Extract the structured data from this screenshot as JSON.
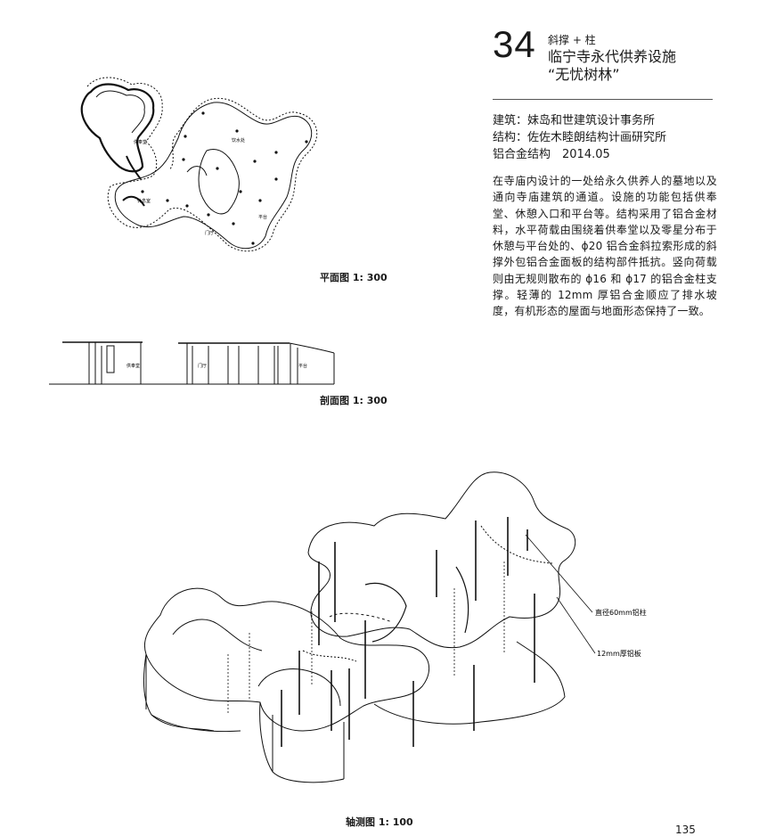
{
  "project": {
    "number": "34",
    "category": "斜撑 + 柱",
    "title": "临宁寺永代供养设施",
    "subtitle": "“无忧树林”"
  },
  "credits": {
    "architect": "建筑：妹岛和世建筑设计事务所",
    "structure": "结构：佐佐木睦朗结构计画研究所",
    "material_year": "铝合金结构　2014.05"
  },
  "description": "在寺庙内设计的一处给永久供养人的墓地以及通向寺庙建筑的通道。设施的功能包括供奉堂、休憩入口和平台等。结构采用了铝合金材料，水平荷载由围绕着供奉堂以及零星分布于休憩与平台处的、ϕ20 铝合金斜拉索形成的斜撑外包铝合金面板的结构部件抵抗。竖向荷载则由无规则散布的 ϕ16 和 ϕ17 的铝合金柱支撑。轻薄的 12mm 厚铝合金顺应了排水坡度，有机形态的屋面与地面形态保持了一致。",
  "plan": {
    "caption": "平面图 1: 300",
    "labels": {
      "hall": "供奉堂",
      "water": "饮水处",
      "rest": "休息室",
      "platform": "平台",
      "gate": "门厅"
    }
  },
  "section": {
    "caption": "剖面图 1: 300",
    "labels": {
      "hall": "供奉堂",
      "gate": "门厅",
      "platform": "平台"
    }
  },
  "axonometric": {
    "caption": "轴测图 1: 100",
    "annotations": {
      "column": "直径60mm铝柱",
      "plate": "12mm厚铝板"
    }
  },
  "page_number": "135"
}
